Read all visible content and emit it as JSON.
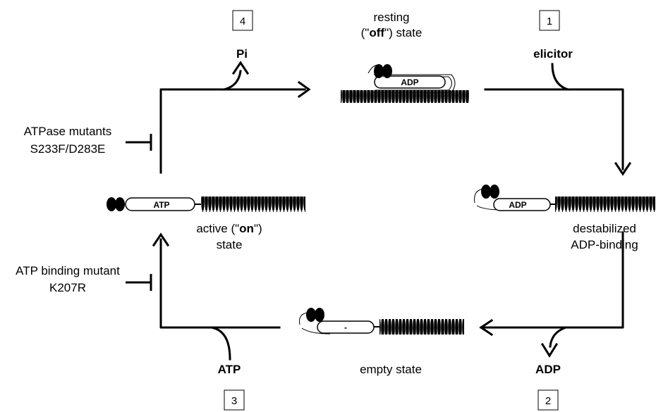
{
  "steps": {
    "step1": "1",
    "step2": "2",
    "step3": "3",
    "step4": "4"
  },
  "states": {
    "resting_line1": "resting",
    "resting_line2_pre": "(\"",
    "resting_line2_bold": "off",
    "resting_line2_post": "\") state",
    "destabilized_line1": "destabilized",
    "destabilized_line2": "ADP-binding",
    "empty": "empty state",
    "active_line1_pre": "active (\"",
    "active_line1_bold": "on",
    "active_line1_post": "\")",
    "active_line2": "state"
  },
  "molecules": {
    "pi": "Pi",
    "elicitor": "elicitor",
    "adp_released": "ADP",
    "atp_bound": "ATP"
  },
  "construct_labels": {
    "resting": "ADP",
    "destabilized": "ADP",
    "empty": "-",
    "active": "ATP"
  },
  "mutants": {
    "atpase_line1": "ATPase mutants",
    "atpase_line2": "S233F/D283E",
    "atp_binding_line1": "ATP binding mutant",
    "atp_binding_line2": "K207R"
  }
}
